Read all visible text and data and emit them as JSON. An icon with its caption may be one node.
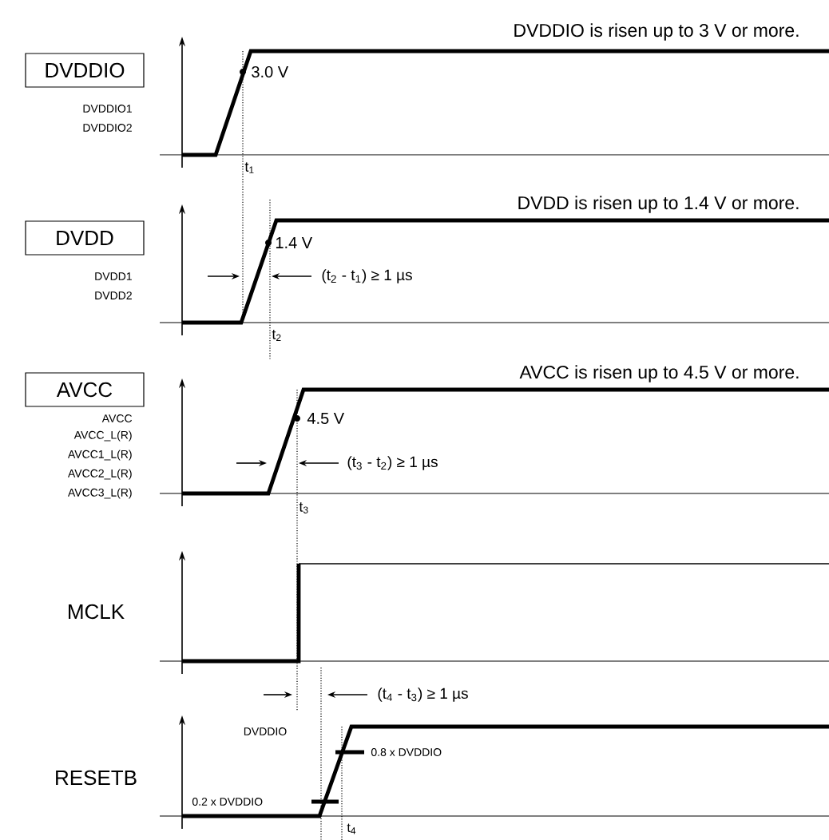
{
  "diagram": {
    "nodes": [
      {
        "text": [
          "DVDDIO"
        ],
        "beside": [
          "DVDDIO1",
          "DVDDIO2"
        ]
      },
      {
        "text": [
          "DVDD"
        ],
        "beside": [
          "DVDD1",
          "DVDD2"
        ]
      },
      {
        "text": [
          "AVCC"
        ],
        "beside": [
          "AVCC",
          "AVCC_L(R)",
          "AVCC1_L(R)",
          "AVCC2_L(R)",
          "AVCC3_L(R)"
        ]
      }
    ],
    "edges": [],
    "labels": [
      "DVDDIO is risen up to 3 V or more.",
      "3.0 V",
      "t$_{1}$",
      "DVDD is risen up to 1.4 V or more.",
      "1.4 V",
      "(t$_{2}$ - t$_{1}$) ≥ 1 µs",
      "t$_{2}$",
      "AVCC is risen up to 4.5 V or more.",
      "4.5 V",
      "(t$_{3}$ - t$_{2}$) ≥ 1 µs",
      "t$_{3}$",
      "MCLK",
      "(t$_{4}$ - t$_{3}$) ≥ 1 µs",
      "DVDDIO",
      "RESETB",
      "0.8 x DVDDIO",
      "0.2 x DVDDIO",
      "t$_{4}$"
    ]
  }
}
